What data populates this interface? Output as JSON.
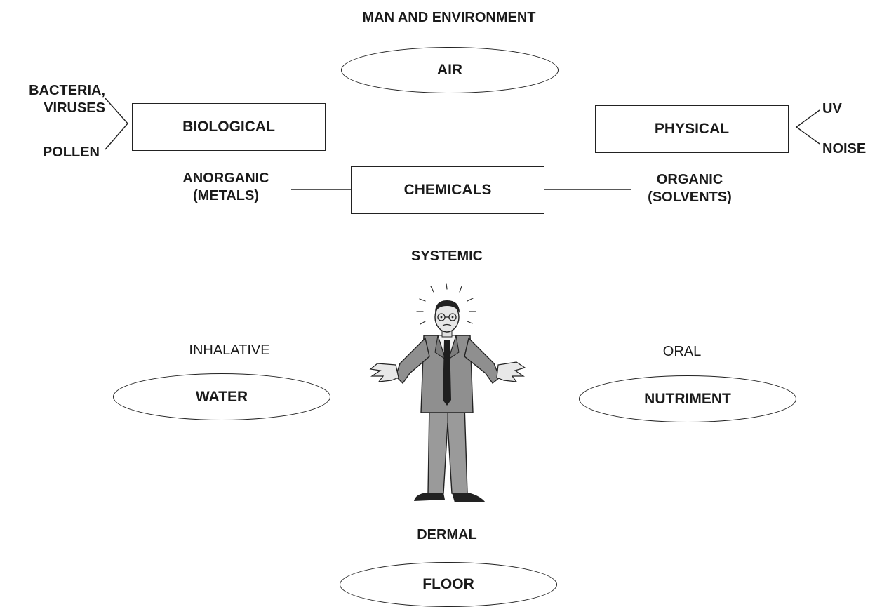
{
  "title": "MAN AND ENVIRONMENT",
  "media": {
    "air": "AIR",
    "water": "WATER",
    "nutriment": "NUTRIMENT",
    "floor": "FLOOR"
  },
  "categories": {
    "biological": "BIOLOGICAL",
    "physical": "PHYSICAL",
    "chemicals": "CHEMICALS"
  },
  "biological_items": {
    "bacteria_line1": "BACTERIA,",
    "bacteria_line2": "VIRUSES",
    "pollen": "POLLEN"
  },
  "physical_items": {
    "uv": "UV",
    "noise": "NOISE"
  },
  "chemical_items": {
    "anorganic_line1": "ANORGANIC",
    "anorganic_line2": "(METALS)",
    "organic_line1": "ORGANIC",
    "organic_line2": "(SOLVENTS)"
  },
  "routes": {
    "systemic": "SYSTEMIC",
    "inhalative": "INHALATIVE",
    "oral": "ORAL",
    "dermal": "DERMAL"
  }
}
